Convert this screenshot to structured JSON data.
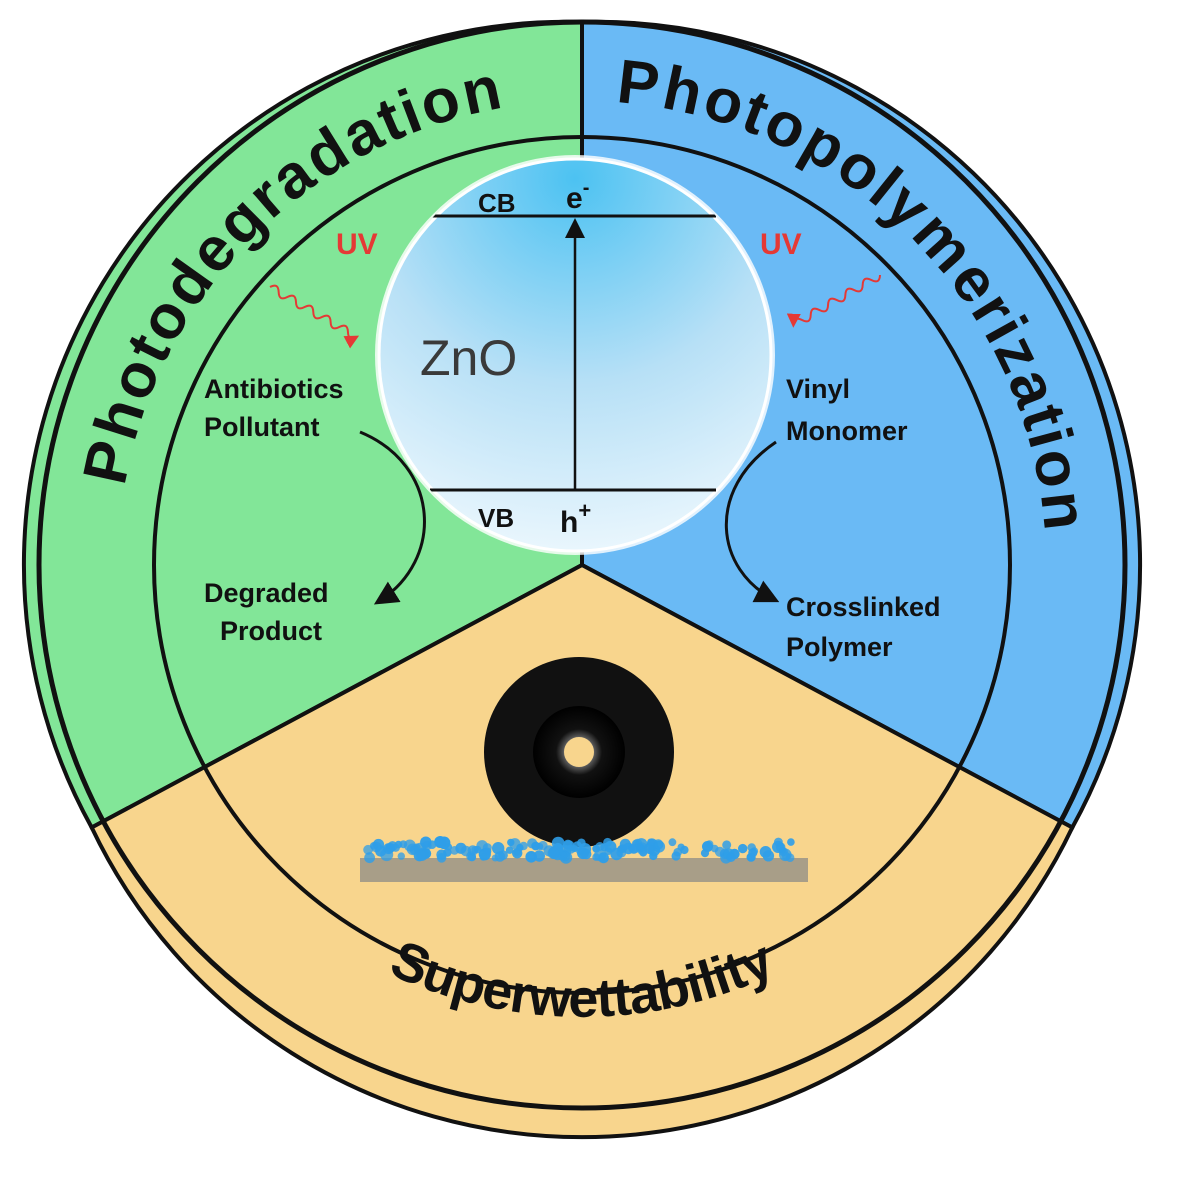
{
  "colors": {
    "photodegradation": "#82e698",
    "photopolymerization": "#6abaf5",
    "superwettability": "#f8d58d",
    "uv": "#e53935",
    "line": "#111111",
    "droplet": "#111111",
    "particles": "#2f9ee8",
    "substrate": "#a89e88"
  },
  "sectors": {
    "photodegradation": "Photodegradation",
    "photopolymerization": "Photopolymerization",
    "superwettability": "Superwettability"
  },
  "zno": {
    "material": "ZnO",
    "cb": "CB",
    "vb": "VB",
    "electron": "e",
    "electron_sup": "-",
    "hole": "h",
    "hole_sup": "+"
  },
  "photodegradation": {
    "uv": "UV",
    "reactant_line1": "Antibiotics",
    "reactant_line2": "Pollutant",
    "product_line1": "Degraded",
    "product_line2": "Product"
  },
  "photopolymerization": {
    "uv": "UV",
    "reactant_line1": "Vinyl",
    "reactant_line2": "Monomer",
    "product_line1": "Crosslinked",
    "product_line2": "Polymer"
  },
  "icons": {
    "uv_wave_left": "uv-wave-icon",
    "uv_wave_right": "uv-wave-icon",
    "droplet": "water-droplet-icon",
    "substrate": "coated-substrate-icon"
  }
}
